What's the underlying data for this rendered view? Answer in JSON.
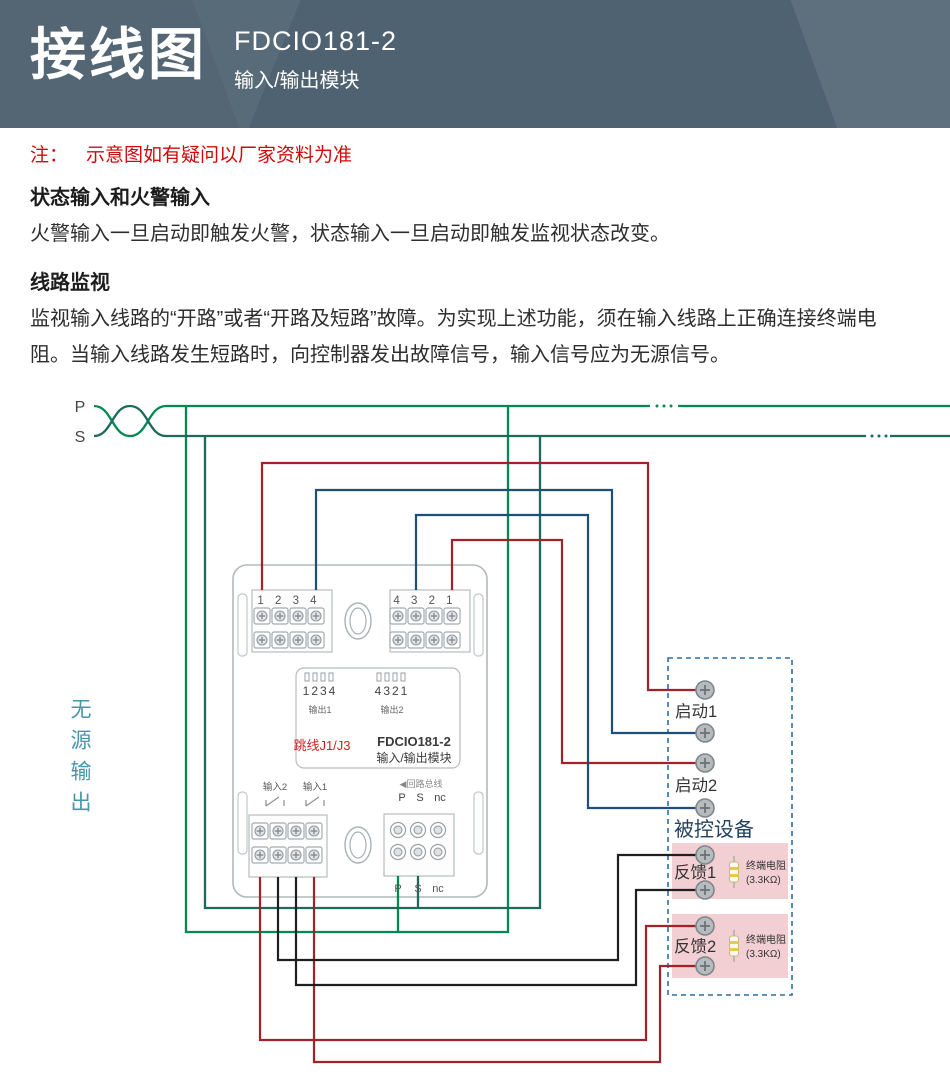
{
  "header": {
    "title": "接线图",
    "model": "FDCIO181-2",
    "subtitle": "输入/输出模块"
  },
  "note": {
    "label": "注：",
    "text": "示意图如有疑问以厂家资料为准"
  },
  "sections": {
    "s1_heading": "状态输入和火警输入",
    "s1_body": "火警输入一旦启动即触发火警，状态输入一旦启动即触发监视状态改变。",
    "s2_heading": "线路监视",
    "s2_body": "监视输入线路的“开路”或者“开路及短路”故障。为实现上述功能，须在输入线路上正确连接终端电阻。当输入线路发生短路时，向控制器发出故障信号，输入信号应为无源信号。"
  },
  "diagram": {
    "bus_p": "P",
    "bus_s": "S",
    "passive_output": "无源输出",
    "module": {
      "top_left_pins": "1 2 3 4",
      "top_right_pins": "4 3 2 1",
      "jumper_left": "1234",
      "jumper_right": "4321",
      "out1": "输出1",
      "out2": "输出2",
      "jumper_label": "跳线J1/J3",
      "model": "FDCIO181-2",
      "model_sub": "输入/输出模块",
      "in2": "输入2",
      "in1": "输入1",
      "loop_bus": "◀回路总线",
      "pin_p": "P",
      "pin_s": "S",
      "pin_nc": "nc"
    },
    "device": {
      "label": "被控设备",
      "start1": "启动1",
      "start2": "启动2",
      "feedback1": "反馈1",
      "feedback2": "反馈2",
      "resistor_name": "终端电阻",
      "resistor_value": "(3.3KΩ)"
    }
  },
  "colors": {
    "header_bg": "#4e6271",
    "note_red": "#cf0a0a",
    "wire_green_p": "#008a50",
    "wire_green_s": "#1b6a5a",
    "wire_red": "#a12228",
    "wire_blue": "#1f4e79",
    "wire_black": "#1f1f1f",
    "device_box_blue": "#2e6da4",
    "feedback_pink": "#f2cfd3",
    "passive_teal": "#4897a9"
  }
}
